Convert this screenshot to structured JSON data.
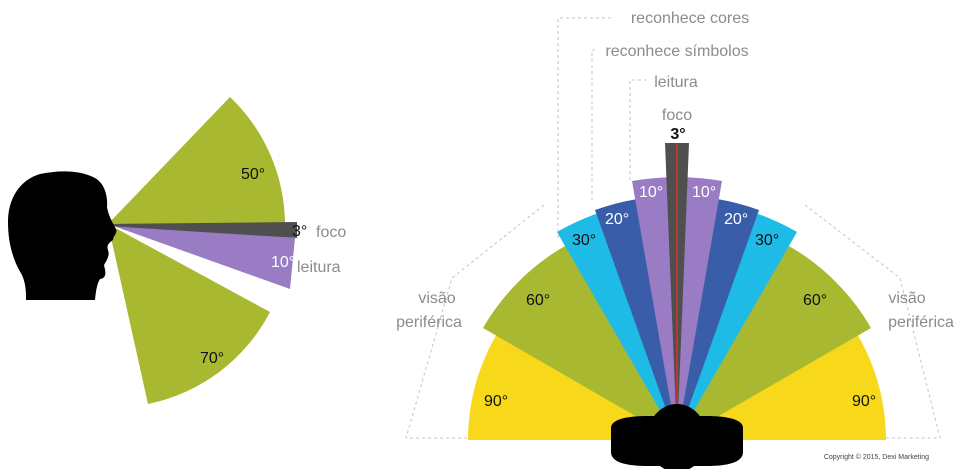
{
  "side_view": {
    "angles": [
      "50°",
      "3°",
      "10°",
      "70°"
    ],
    "labels": {
      "foco": "foco",
      "leitura": "leitura"
    }
  },
  "top_view": {
    "headers": {
      "reconhece_cores": "reconhece cores",
      "reconhece_simbolos": "reconhece símbolos",
      "leitura": "leitura",
      "foco": "foco"
    },
    "angles": {
      "focus": "3°",
      "reading_left": "10°",
      "reading_right": "10°",
      "symbols_left": "20°",
      "symbols_right": "20°",
      "colors_left": "30°",
      "colors_right": "30°",
      "peripheral_left": "60°",
      "peripheral_right": "60°",
      "wide_left": "90°",
      "wide_right": "90°"
    },
    "peripheral_left": [
      "visão",
      "periférica"
    ],
    "peripheral_right": [
      "visão",
      "periférica"
    ]
  },
  "copyright": "Copyright © 2015, Dexi Marketing",
  "colors": {
    "olive": "#a8b831",
    "purple": "#9a7cc4",
    "dark_blue": "#3a5da9",
    "cyan": "#1ebbe6",
    "yellow": "#f8d81b",
    "focus_gray": "#4f4f4f",
    "head": "#000000",
    "focus_line": "#d9342b"
  }
}
